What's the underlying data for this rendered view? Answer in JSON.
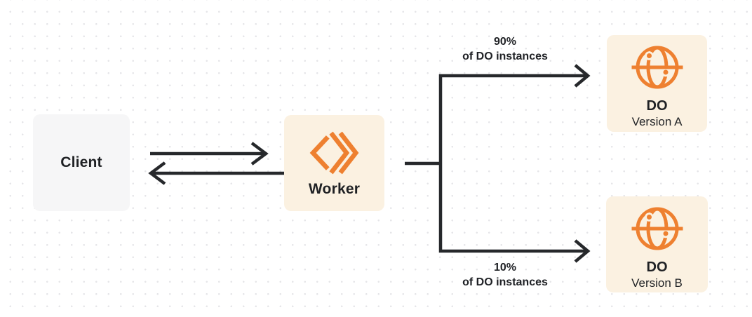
{
  "diagram": {
    "client": {
      "label": "Client"
    },
    "worker": {
      "label": "Worker"
    },
    "branches": [
      {
        "percent": "90%",
        "caption": "of DO instances",
        "target": {
          "title": "DO",
          "subtitle": "Version A"
        }
      },
      {
        "percent": "10%",
        "caption": "of DO instances",
        "target": {
          "title": "DO",
          "subtitle": "Version B"
        }
      }
    ],
    "icons": {
      "worker": "double-chevron-brackets-icon",
      "durable_object": "globe-meridians-icon"
    },
    "colors": {
      "accent": "#ee8030",
      "node_cream": "#fbf1e1",
      "node_gray": "#f6f6f7",
      "connector": "#26282b",
      "text_dark": "#1f2124",
      "dot": "#e5e5e8"
    }
  }
}
